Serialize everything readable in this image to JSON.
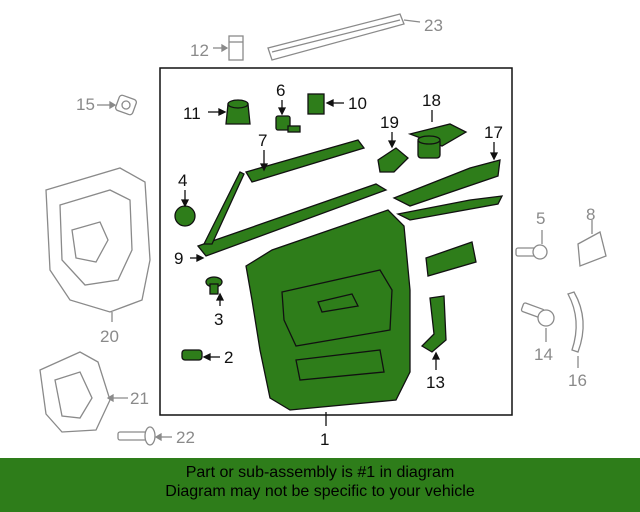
{
  "diagram": {
    "callouts": {
      "c1": "1",
      "c2": "2",
      "c3": "3",
      "c4": "4",
      "c5": "5",
      "c6": "6",
      "c7": "7",
      "c8": "8",
      "c9": "9",
      "c10": "10",
      "c11": "11",
      "c12": "12",
      "c13": "13",
      "c14": "14",
      "c15": "15",
      "c16": "16",
      "c17": "17",
      "c18": "18",
      "c19": "19",
      "c20": "20",
      "c21": "21",
      "c22": "22",
      "c23": "23"
    },
    "colors": {
      "highlight_fill": "#2e7d1a",
      "dark_outline": "#111111",
      "grey_outline": "#8a8a8a",
      "banner_bg": "#2e7d1a"
    }
  },
  "banner": {
    "line1": "Part or sub-assembly is #1 in diagram",
    "line2": "Diagram may not be specific to your vehicle"
  }
}
